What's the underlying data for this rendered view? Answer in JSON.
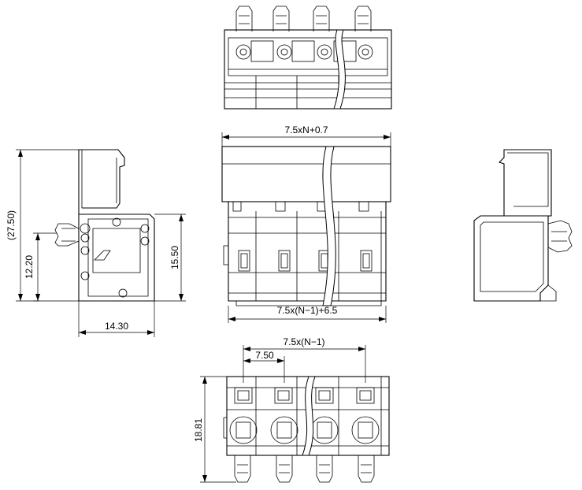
{
  "dimensions": {
    "front_overall_width": "7.5xN+0.7",
    "front_body_width": "7.5x(N−1)+6.5",
    "side_height_overall": "(27.50)",
    "side_height_body": "12.20",
    "side_height_right": "15.50",
    "side_width": "14.30",
    "bottom_span": "7.5x(N−1)",
    "bottom_pitch": "7.50",
    "bottom_height": "18.81"
  },
  "colors": {
    "line": "#000000",
    "background": "#ffffff"
  }
}
